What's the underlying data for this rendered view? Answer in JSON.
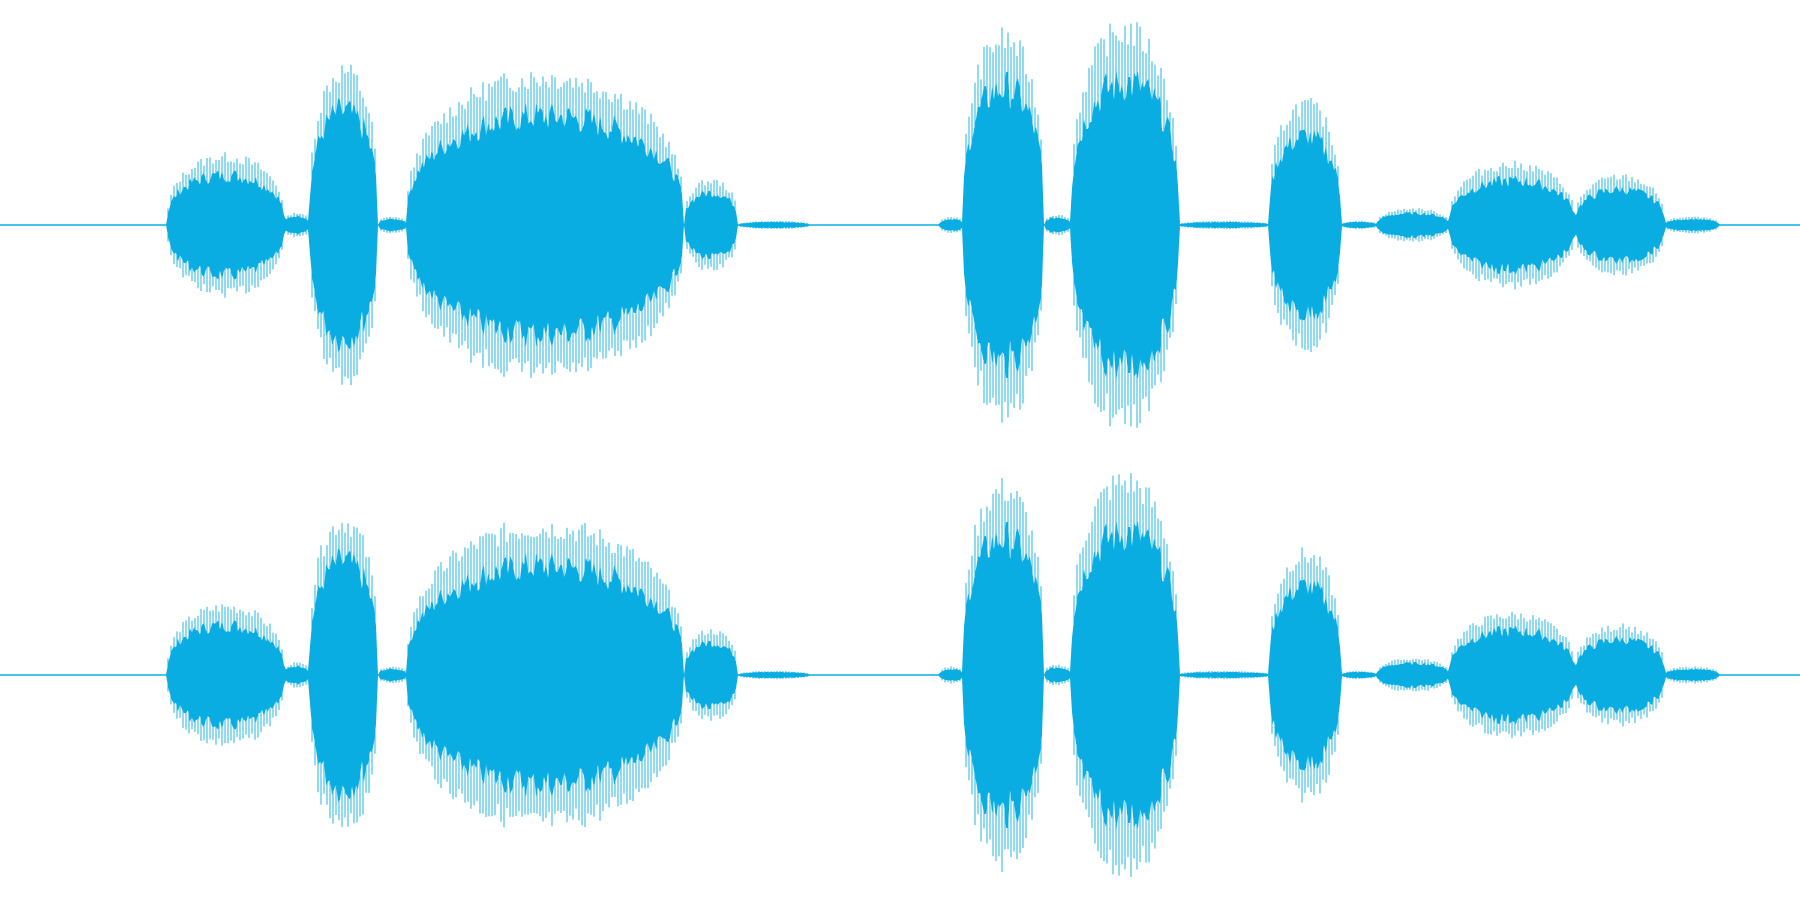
{
  "waveform": {
    "color": "#0aade2",
    "background": "#ffffff",
    "channels": [
      {
        "id": "channel-1"
      },
      {
        "id": "channel-2"
      }
    ],
    "segments": [
      {
        "start": 0.093,
        "end": 0.158,
        "amp": 0.34
      },
      {
        "start": 0.158,
        "end": 0.172,
        "amp": 0.06
      },
      {
        "start": 0.172,
        "end": 0.21,
        "amp": 0.77
      },
      {
        "start": 0.21,
        "end": 0.226,
        "amp": 0.04
      },
      {
        "start": 0.226,
        "end": 0.38,
        "amp": 0.74
      },
      {
        "start": 0.38,
        "end": 0.41,
        "amp": 0.22
      },
      {
        "start": 0.41,
        "end": 0.45,
        "amp": 0.02
      },
      {
        "start": 0.522,
        "end": 0.535,
        "amp": 0.04
      },
      {
        "start": 0.535,
        "end": 0.58,
        "amp": 0.93
      },
      {
        "start": 0.58,
        "end": 0.595,
        "amp": 0.05
      },
      {
        "start": 0.595,
        "end": 0.655,
        "amp": 0.97
      },
      {
        "start": 0.655,
        "end": 0.705,
        "amp": 0.02
      },
      {
        "start": 0.705,
        "end": 0.745,
        "amp": 0.6
      },
      {
        "start": 0.745,
        "end": 0.765,
        "amp": 0.02
      },
      {
        "start": 0.765,
        "end": 0.805,
        "amp": 0.08
      },
      {
        "start": 0.805,
        "end": 0.875,
        "amp": 0.3
      },
      {
        "start": 0.875,
        "end": 0.925,
        "amp": 0.24
      },
      {
        "start": 0.925,
        "end": 0.955,
        "amp": 0.04
      }
    ]
  }
}
